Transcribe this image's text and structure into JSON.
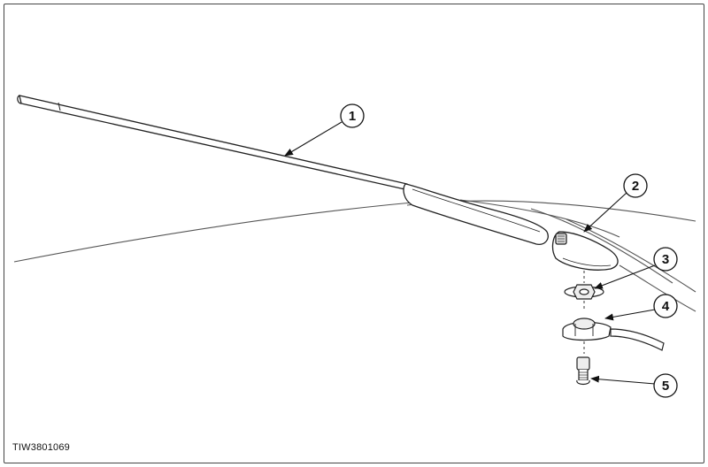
{
  "figure": {
    "reference_code": "TIW3801069",
    "callouts": [
      {
        "id": "1",
        "label": "1"
      },
      {
        "id": "2",
        "label": "2"
      },
      {
        "id": "3",
        "label": "3"
      },
      {
        "id": "4",
        "label": "4"
      },
      {
        "id": "5",
        "label": "5"
      }
    ]
  }
}
